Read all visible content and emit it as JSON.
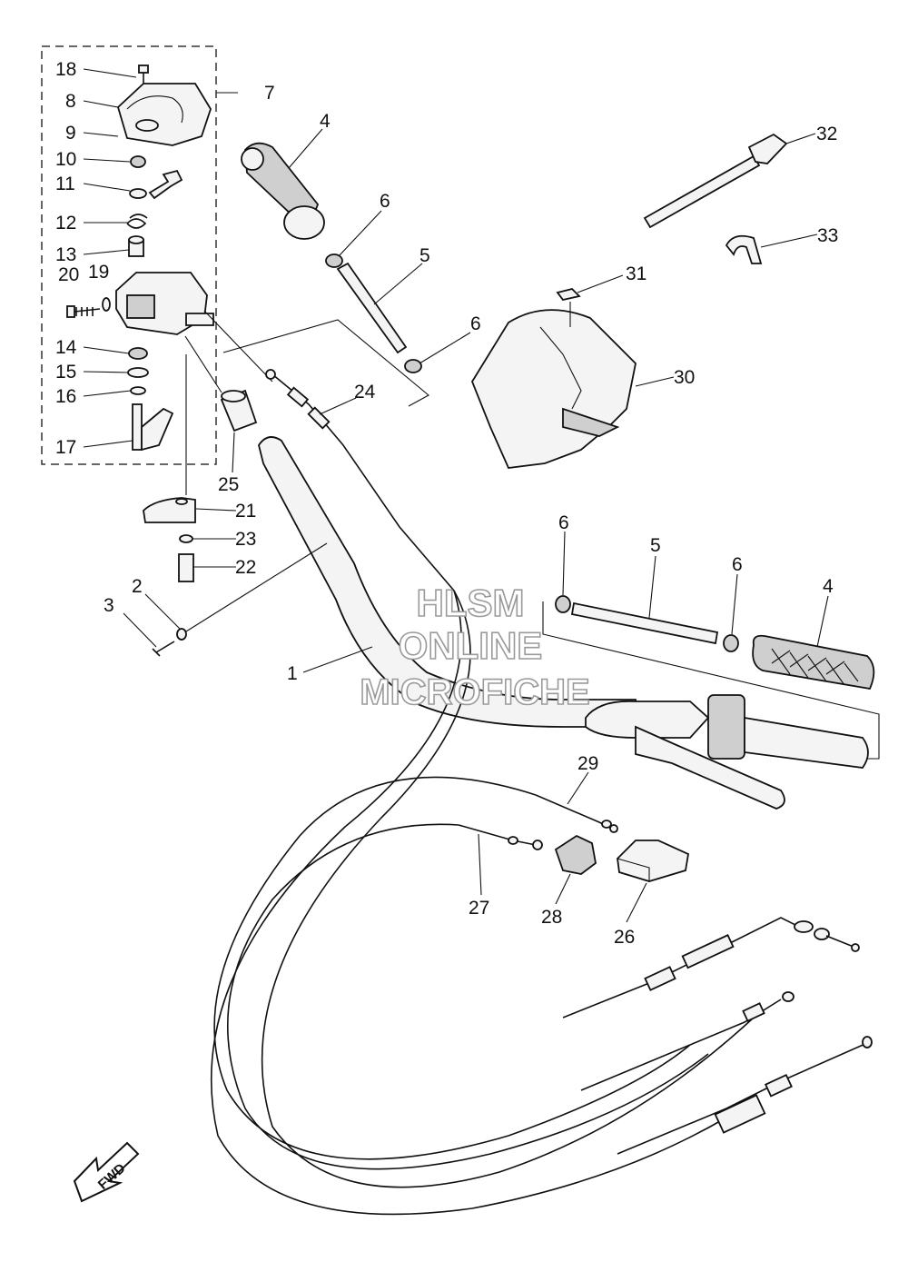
{
  "diagram": {
    "callouts": [
      "18",
      "8",
      "9",
      "10",
      "11",
      "12",
      "13",
      "20",
      "19",
      "14",
      "15",
      "16",
      "17",
      "7",
      "4",
      "6",
      "5",
      "6",
      "24",
      "25",
      "21",
      "23",
      "22",
      "2",
      "3",
      "1",
      "32",
      "33",
      "31",
      "30",
      "6",
      "5",
      "6",
      "4",
      "29",
      "27",
      "28",
      "26"
    ],
    "watermark": [
      "HLSM",
      "ONLINE",
      "MICROFICHE"
    ],
    "direction_label": "FWD"
  },
  "colors": {
    "ink": "#111111",
    "watermark": "#9a9a9a",
    "background": "#ffffff"
  }
}
